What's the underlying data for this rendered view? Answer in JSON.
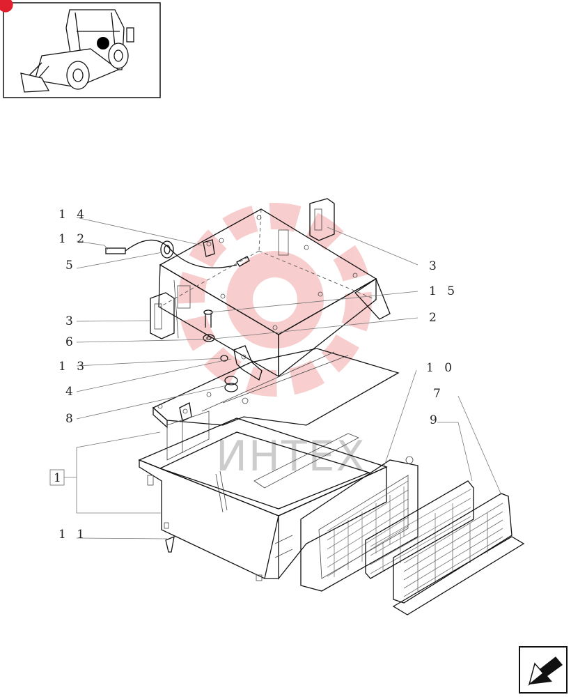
{
  "diagram": {
    "callouts": [
      {
        "id": "c14",
        "label": "1 4"
      },
      {
        "id": "c12",
        "label": "1 2"
      },
      {
        "id": "c5",
        "label": "5"
      },
      {
        "id": "c3a",
        "label": "3"
      },
      {
        "id": "c15",
        "label": "1 5"
      },
      {
        "id": "c3b",
        "label": "3"
      },
      {
        "id": "c2",
        "label": "2"
      },
      {
        "id": "c6",
        "label": "6"
      },
      {
        "id": "c13",
        "label": "1 3"
      },
      {
        "id": "c4",
        "label": "4"
      },
      {
        "id": "c8",
        "label": "8"
      },
      {
        "id": "c10",
        "label": "1 0"
      },
      {
        "id": "c7",
        "label": "7"
      },
      {
        "id": "c9",
        "label": "9"
      },
      {
        "id": "c1",
        "label": "1"
      },
      {
        "id": "c11",
        "label": "1 1"
      }
    ],
    "watermark": "ИНТЕХ",
    "colors": {
      "line": "#111111",
      "watermark_logo": "#f2a6a6",
      "marker": "#e0202e"
    }
  },
  "nav": {
    "icon": "prev-page-arrow-icon"
  }
}
